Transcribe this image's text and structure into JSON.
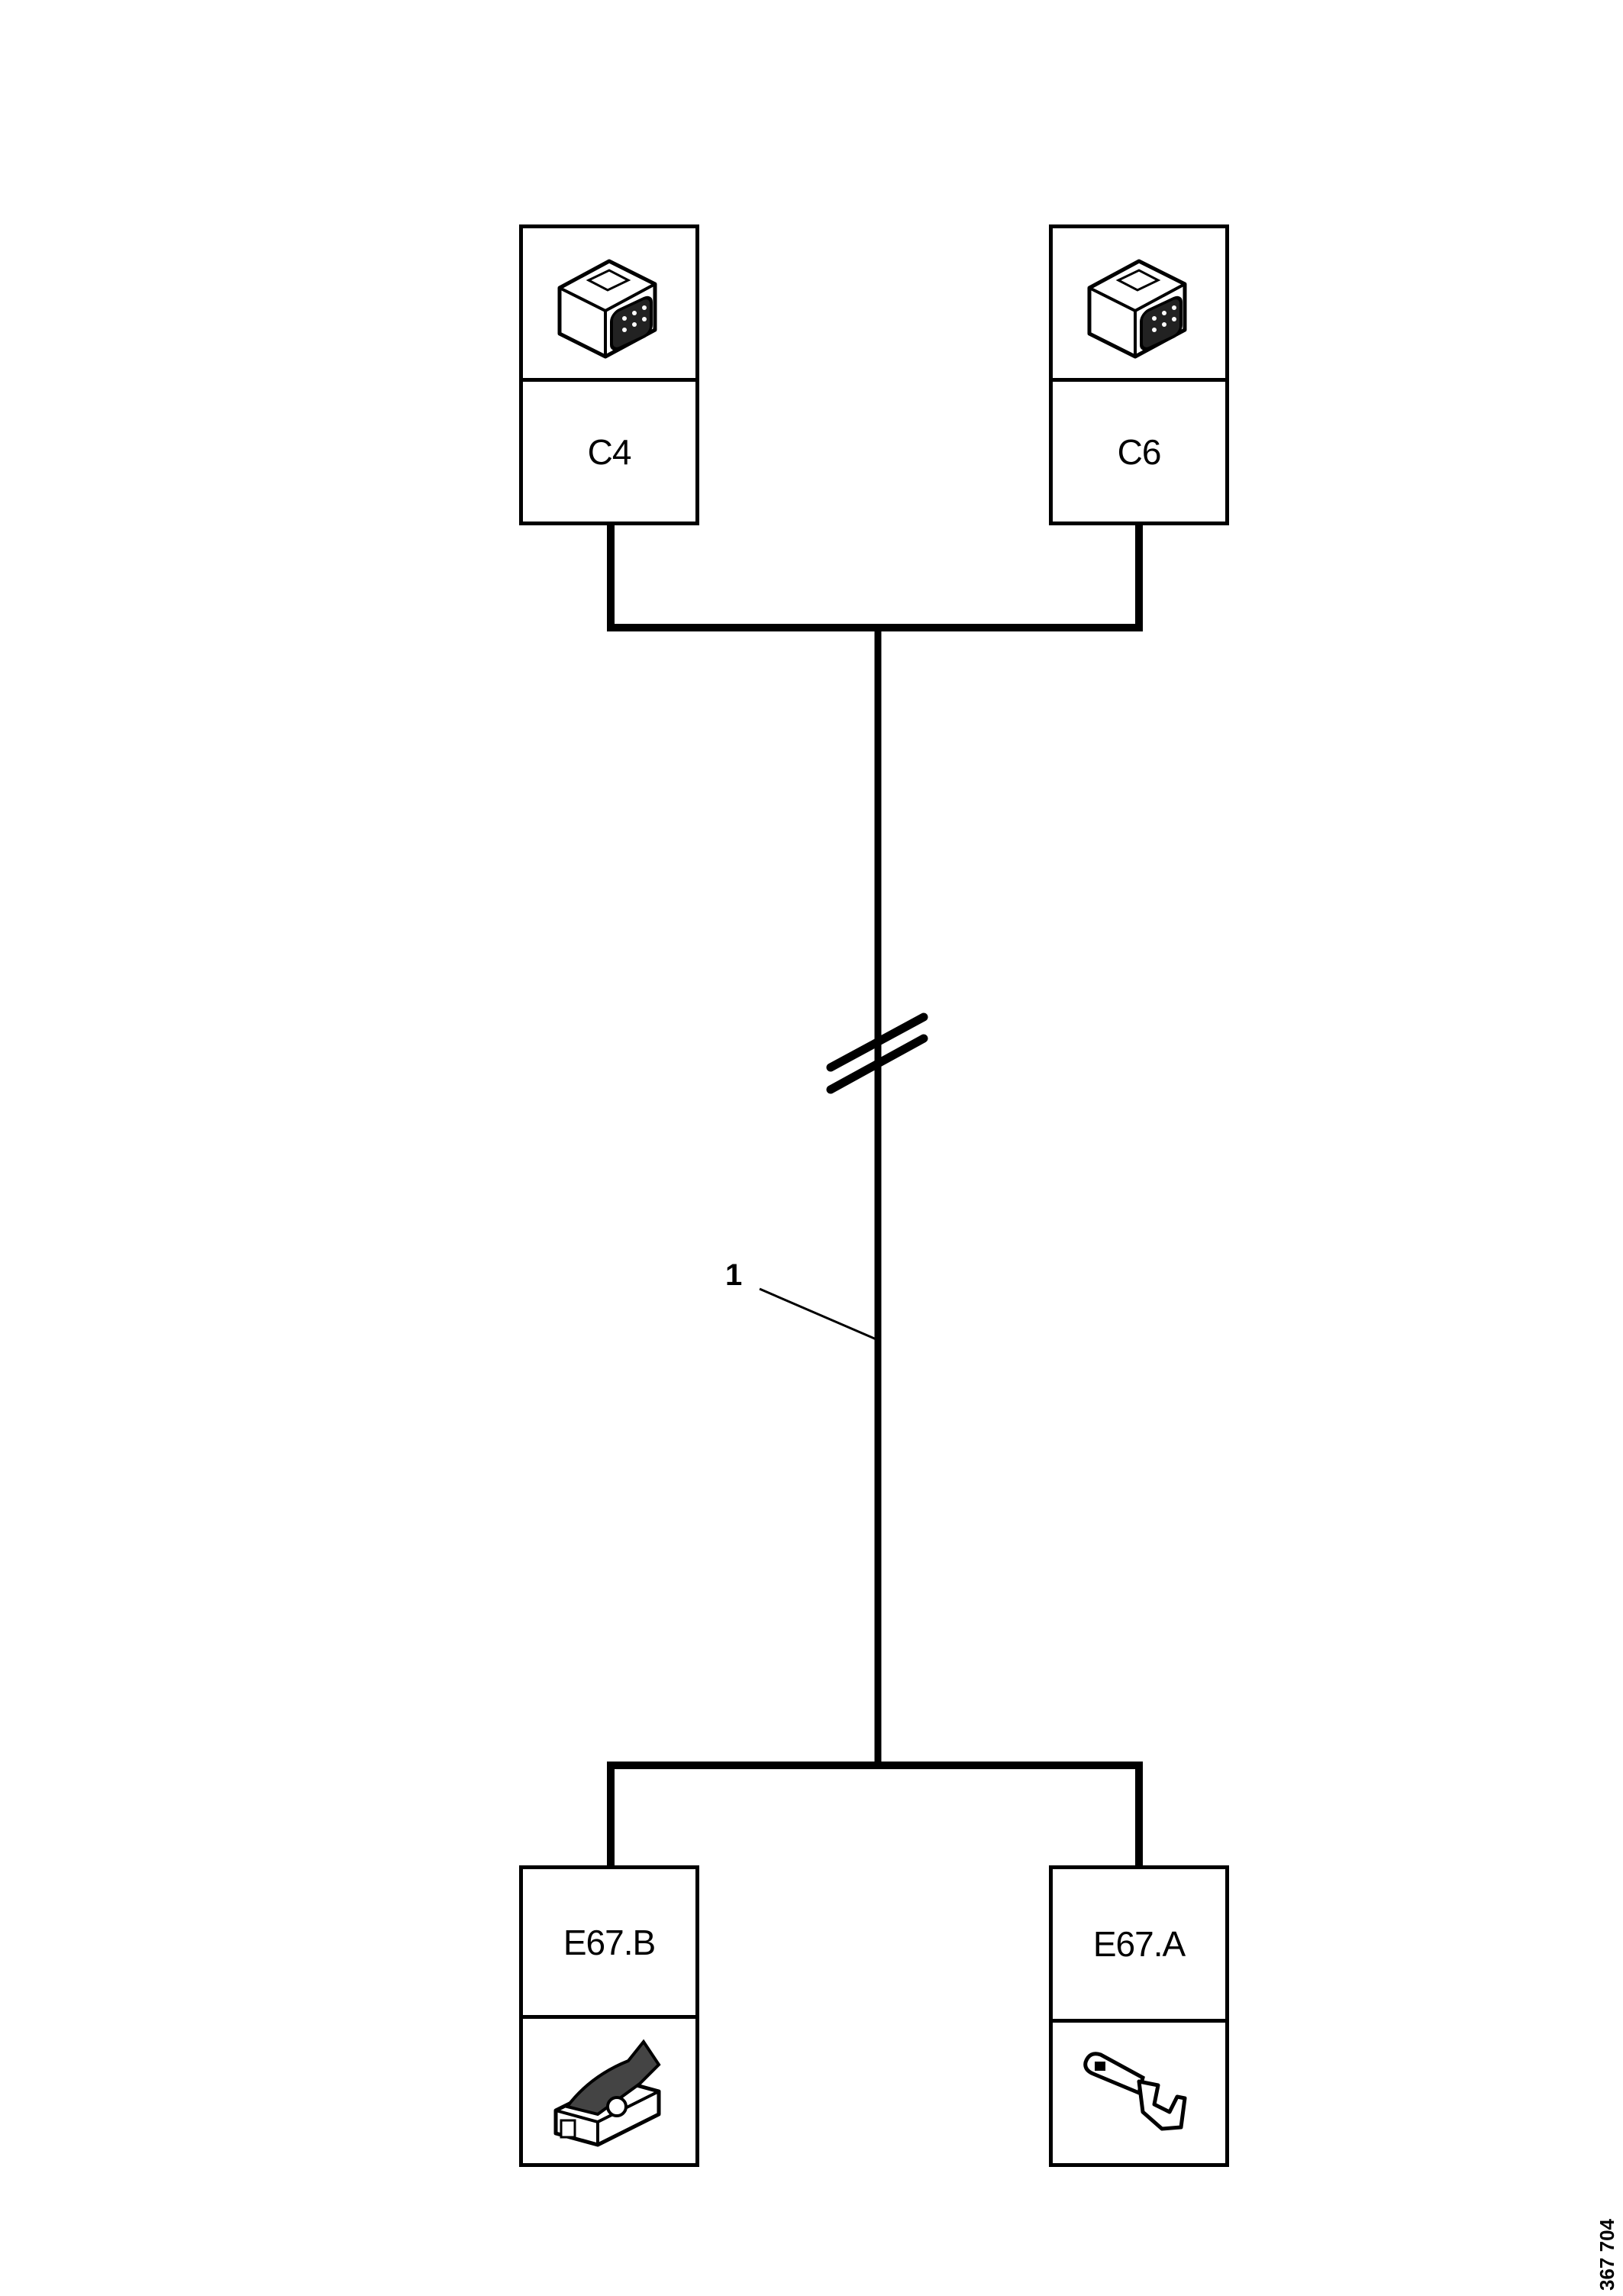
{
  "diagram": {
    "connectors_top": [
      {
        "id": "C4",
        "icon": "multi-pin-connector-housing-icon"
      },
      {
        "id": "C6",
        "icon": "multi-pin-connector-housing-icon"
      }
    ],
    "connectors_bottom": [
      {
        "id": "E67.B",
        "icon": "terminal-block-connector-icon"
      },
      {
        "id": "E67.A",
        "icon": "crimp-terminal-pin-icon"
      }
    ],
    "wire_reference": "1",
    "break_symbol": "double-slash-break-icon",
    "drawing_number": "367 704",
    "line_color": "#000000",
    "background_color": "#ffffff"
  }
}
